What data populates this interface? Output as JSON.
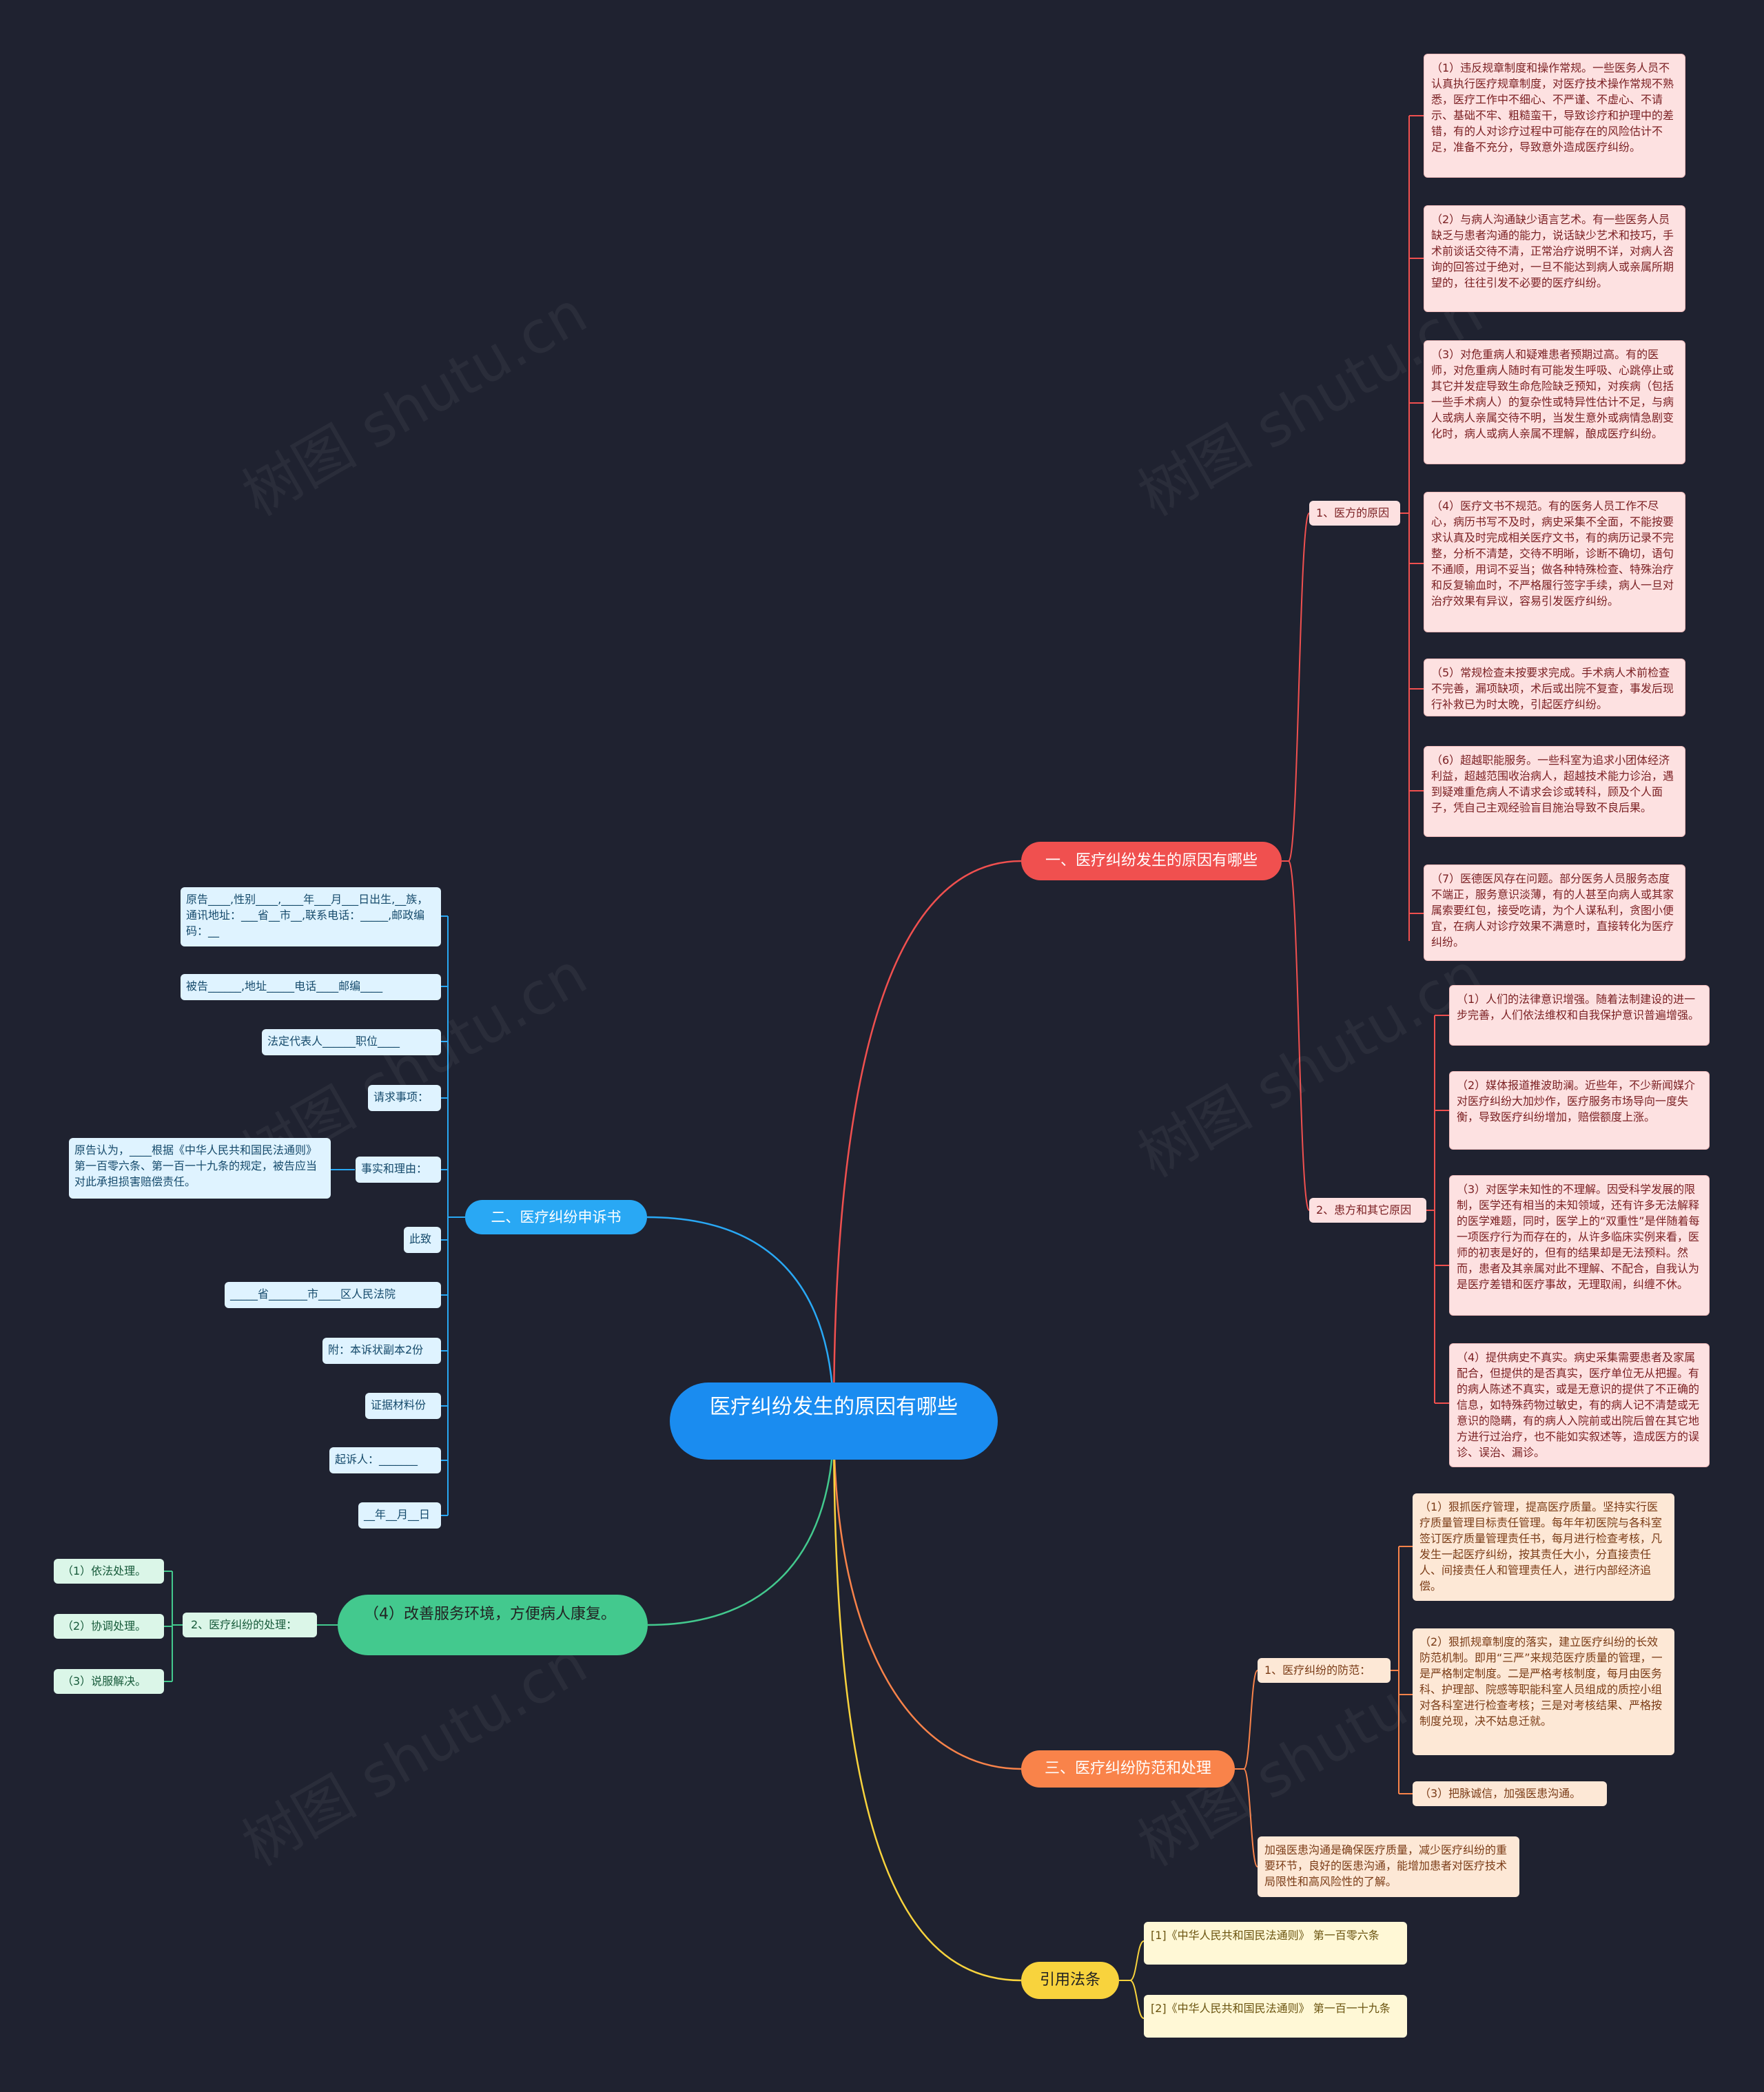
{
  "watermark": "树图 shutu.cn",
  "root": "医疗纠纷发生的原因有哪些",
  "branch1": {
    "label": "一、医疗纠纷发生的原因有哪些",
    "doctor": {
      "label": "1、医方的原因",
      "items": [
        "（1）违反规章制度和操作常规。一些医务人员不认真执行医疗规章制度，对医疗技术操作常规不熟悉，医疗工作中不细心、不严谨、不虚心、不请示、基础不牢、粗糙蛮干，导致诊疗和护理中的差错，有的人对诊疗过程中可能存在的风险估计不足，准备不充分，导致意外造成医疗纠纷。",
        "（2）与病人沟通缺少语言艺术。有一些医务人员缺乏与患者沟通的能力，说话缺少艺术和技巧，手术前谈话交待不清，正常治疗说明不详，对病人咨询的回答过于绝对，一旦不能达到病人或亲属所期望的，往往引发不必要的医疗纠纷。",
        "（3）对危重病人和疑难患者预期过高。有的医师，对危重病人随时有可能发生呼吸、心跳停止或其它并发症导致生命危险缺乏预知，对疾病（包括一些手术病人）的复杂性或特异性估计不足，与病人或病人亲属交待不明，当发生意外或病情急剧变化时，病人或病人亲属不理解，酿成医疗纠纷。",
        "（4）医疗文书不规范。有的医务人员工作不尽心，病历书写不及时，病史采集不全面，不能按要求认真及时完成相关医疗文书，有的病历记录不完整，分析不清楚，交待不明晰，诊断不确切，语句不通顺，用词不妥当；做各种特殊检查、特殊治疗和反复输血时，不严格履行签字手续，病人一旦对治疗效果有异议，容易引发医疗纠纷。",
        "（5）常规检查未按要求完成。手术病人术前检查不完善，漏项缺项，术后或出院不复查，事发后现行补救已为时太晚，引起医疗纠纷。",
        "（6）超越职能服务。一些科室为追求小团体经济利益，超越范围收治病人，超越技术能力诊治，遇到疑难重危病人不请求会诊或转科，顾及个人面子，凭自己主观经验盲目施治导致不良后果。",
        "（7）医德医风存在问题。部分医务人员服务态度不端正，服务意识淡薄，有的人甚至向病人或其家属索要红包，接受吃请，为个人谋私利，贪图小便宜，在病人对诊疗效果不满意时，直接转化为医疗纠纷。"
      ]
    },
    "patient": {
      "label": "2、患方和其它原因",
      "items": [
        "（1）人们的法律意识增强。随着法制建设的进一步完善，人们依法维权和自我保护意识普遍增强。",
        "（2）媒体报道推波助澜。近些年，不少新闻媒介对医疗纠纷大加炒作，医疗服务市场导向一度失衡，导致医疗纠纷增加，赔偿额度上涨。",
        "（3）对医学未知性的不理解。因受科学发展的限制，医学还有相当的未知领域，还有许多无法解释的医学难题，同时，医学上的“双重性”是伴随着每一项医疗行为而存在的，从许多临床实例来看，医师的初衷是好的，但有的结果却是无法预料。然而，患者及其亲属对此不理解、不配合，自我认为是医疗差错和医疗事故，无理取闹，纠缠不休。",
        "（4）提供病史不真实。病史采集需要患者及家属配合，但提供的是否真实，医疗单位无从把握。有的病人陈述不真实，或是无意识的提供了不正确的信息，如特殊药物过敏史，有的病人记不清楚或无意识的隐瞒，有的病人入院前或出院后曾在其它地方进行过治疗，也不能如实叙述等，造成医方的误诊、误治、漏诊。"
      ]
    }
  },
  "branch2": {
    "label": "二、医疗纠纷申诉书",
    "items": [
      "原告____,性别____,____年___月___日出生,__族，通讯地址：___省__市__,联系电话：_____,邮政编码：__",
      "被告______,地址_____电话____邮编____",
      "法定代表人______职位____",
      "请求事项：",
      "事实和理由：",
      "此致",
      "_____省_______市____区人民法院",
      "附：本诉状副本2份",
      "证据材料份",
      "起诉人：_______",
      "__年__月__日"
    ],
    "reason_detail": "原告认为，____根据《中华人民共和国民法通则》第一百零六条、第一百一十九条的规定，被告应当对此承担损害赔偿责任。"
  },
  "branch3": {
    "label": "（4）改善服务环境，方便病人康复。",
    "handling": {
      "label": "2、医疗纠纷的处理：",
      "items": [
        "（1）依法处理。",
        "（2）协调处理。",
        "（3）说服解决。"
      ]
    }
  },
  "branch4": {
    "label": "三、医疗纠纷防范和处理",
    "prevention": {
      "label": "1、医疗纠纷的防范：",
      "items": [
        "（1）狠抓医疗管理，提高医疗质量。坚持实行医疗质量管理目标责任管理。每年年初医院与各科室签订医疗质量管理责任书，每月进行检查考核，凡发生一起医疗纠纷，按其责任大小，分直接责任人、间接责任人和管理责任人，进行内部经济追偿。",
        "（2）狠抓规章制度的落实，建立医疗纠纷的长效防范机制。即用“三严”来规范医疗质量的管理，一是严格制定制度。二是严格考核制度，每月由医务科、护理部、院感等职能科室人员组成的质控小组对各科室进行检查考核；三是对考核结果、严格按制度兑现，决不姑息迁就。",
        "（3）把脉诚信，加强医患沟通。"
      ]
    },
    "communication": "加强医患沟通是确保医疗质量，减少医疗纠纷的重要环节，良好的医患沟通，能增加患者对医疗技术局限性和高风险性的了解。"
  },
  "branch5": {
    "label": "引用法条",
    "items": [
      "[1]《中华人民共和国民法通则》 第一百零六条",
      "[2]《中华人民共和国民法通则》 第一百一十九条"
    ]
  },
  "colors": {
    "background": "#1f2230",
    "root": "#1a8cf0",
    "branch1": "#f0504f",
    "branch2": "#29a8f4",
    "branch3": "#43c98e",
    "branch4": "#f9834a",
    "branch5": "#f8d33d"
  }
}
